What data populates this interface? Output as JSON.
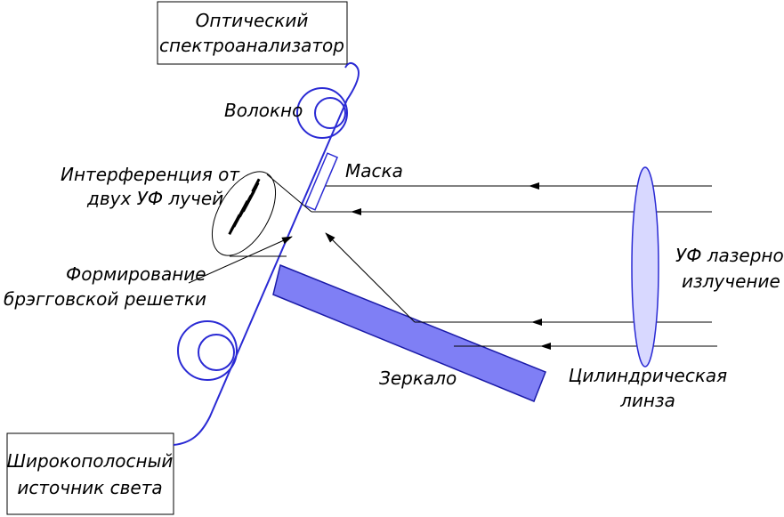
{
  "labels": {
    "spectrum_analyzer": [
      "Оптический",
      "спектроанализатор"
    ],
    "fiber": "Волокно",
    "mask": "Маска",
    "interference": [
      "Интерференция от",
      "двух УФ лучей"
    ],
    "bragg_grating": [
      "Формирование",
      "брэгговской решетки"
    ],
    "uv_laser": [
      "УФ лазерное",
      "излучение"
    ],
    "mirror": "Зеркало",
    "cylindrical_lens": [
      "Цилиндрическая",
      "линза"
    ],
    "broadband_source": [
      "Широкополосный",
      "источник света"
    ]
  },
  "colors": {
    "fiber": "#2a2ad4",
    "mirror_fill": "#7f7ff5",
    "lens_fill": "#d8d8ff",
    "mask_stroke": "#2a2ad4",
    "line": "#000000"
  }
}
